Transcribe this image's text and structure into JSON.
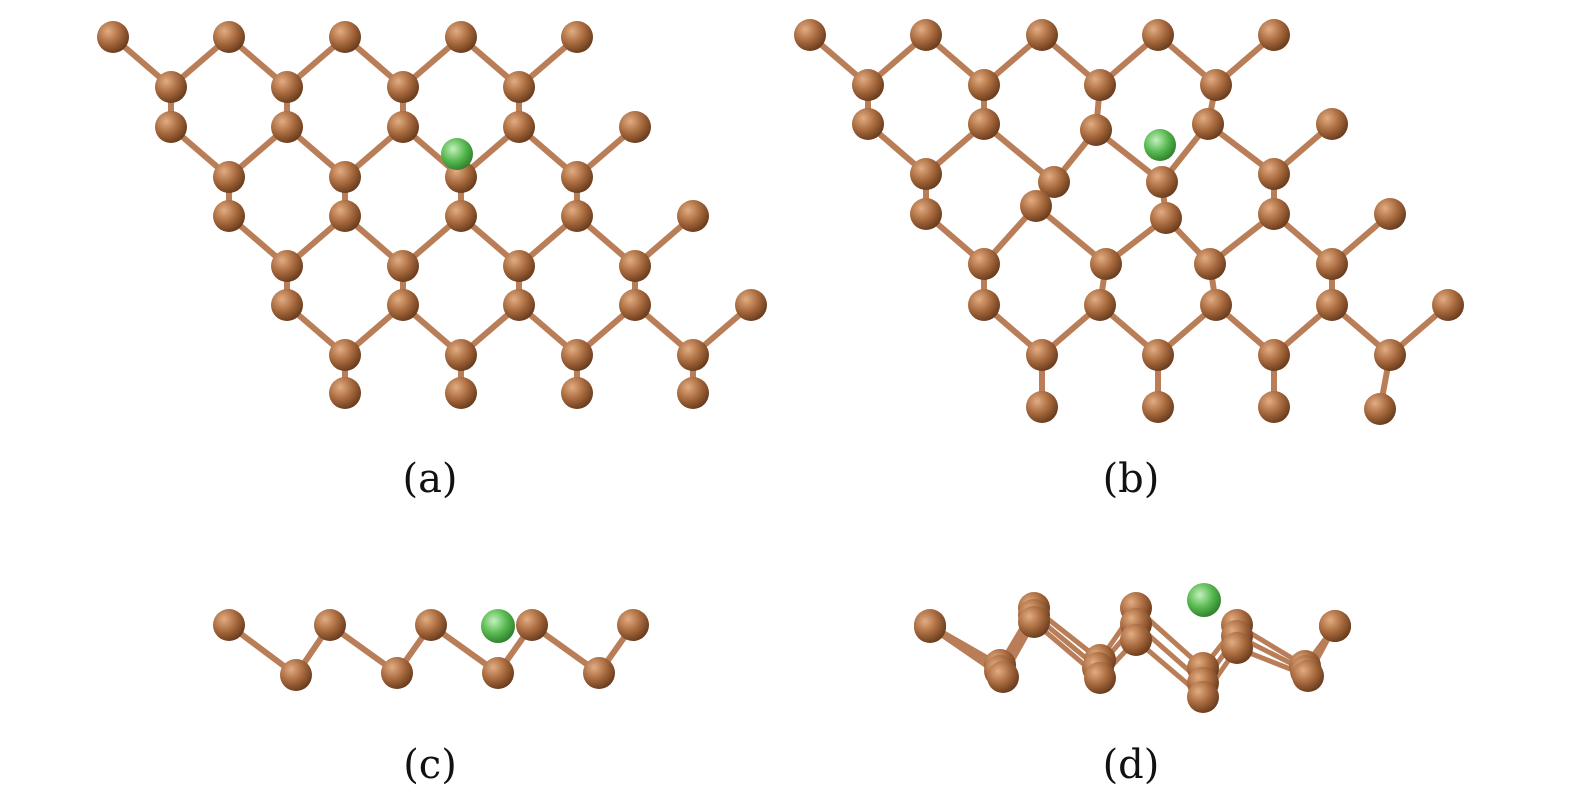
{
  "panels": [
    {
      "id": "a",
      "caption": "(a)"
    },
    {
      "id": "b",
      "caption": "(b)"
    },
    {
      "id": "c",
      "caption": "(c)"
    },
    {
      "id": "d",
      "caption": "(d)"
    }
  ],
  "colors": {
    "atom_fill": "#a86a3e",
    "atom_light": "#e3ac82",
    "atom_dark": "#6b3d1e",
    "bond": "#b97e58",
    "adatom_fill": "#55b84e",
    "adatom_light": "#c4f0bd",
    "adatom_dark": "#2e7a2a"
  }
}
